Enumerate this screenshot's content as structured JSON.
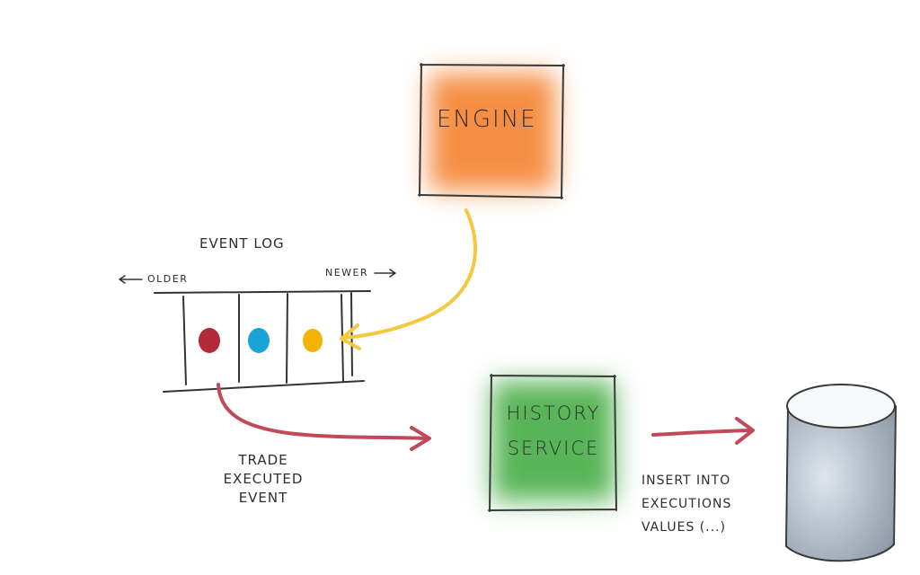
{
  "engine": {
    "label": "Engine",
    "color": "#f5893a"
  },
  "event_log": {
    "title": "Event Log",
    "older_label": "Older",
    "newer_label": "Newer",
    "events": [
      {
        "color": "#b3293a"
      },
      {
        "color": "#1aa3d6"
      },
      {
        "color": "#f2b400"
      }
    ]
  },
  "history_service": {
    "line1": "History",
    "line2": "Service",
    "color": "#3aa83a"
  },
  "trade_label": {
    "line1": "Trade",
    "line2": "Executed",
    "line3": "Event"
  },
  "sql_label": {
    "line1": "Insert into",
    "line2": "Executions",
    "line3": "values (...)"
  },
  "database": {
    "color": "#a9b5c2"
  },
  "arrows": {
    "engine_to_log": "#f5c842",
    "log_to_service": "#c04a5a",
    "service_to_db": "#c04a5a"
  }
}
